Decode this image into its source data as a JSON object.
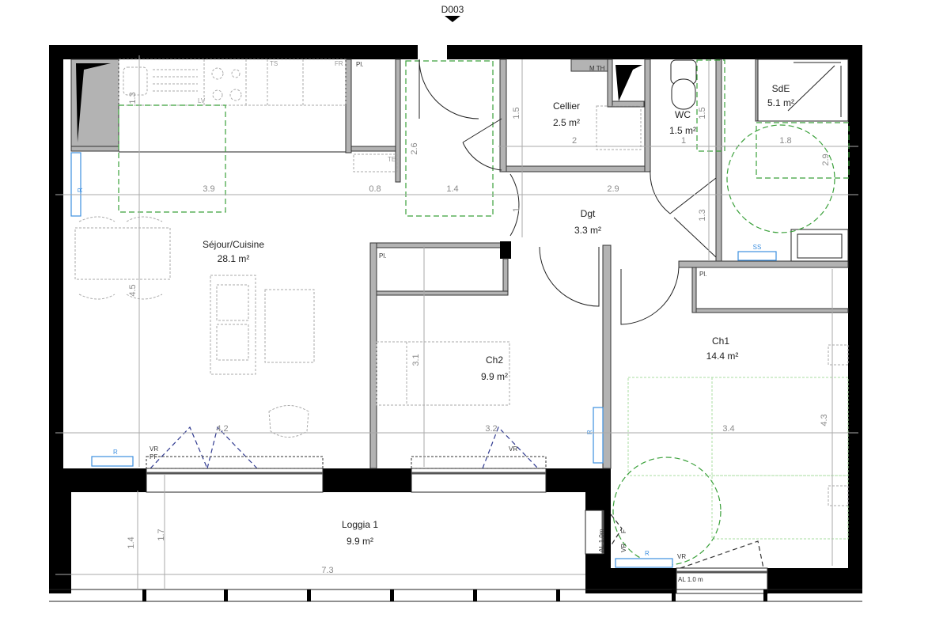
{
  "plan": {
    "marker_label": "D003",
    "rooms": {
      "sejour": {
        "name": "Séjour/Cuisine",
        "area": "28.1 m²"
      },
      "cellier": {
        "name": "Cellier",
        "area": "2.5 m²"
      },
      "wc": {
        "name": "WC",
        "area": "1.5 m²"
      },
      "sde": {
        "name": "SdE",
        "area": "5.1 m²"
      },
      "dgt": {
        "name": "Dgt",
        "area": "3.3 m²"
      },
      "ch2": {
        "name": "Ch2",
        "area": "9.9 m²"
      },
      "ch1": {
        "name": "Ch1",
        "area": "14.4 m²"
      },
      "loggia": {
        "name": "Loggia 1",
        "area": "9.9 m²"
      }
    },
    "dimensions": {
      "sejour_width": "3.9",
      "passage": "0.8",
      "entry_width": "1.4",
      "dgt_width": "2.9",
      "cellier_width": "2",
      "wc_width": "1",
      "sde_width": "1.8",
      "sde_depth": "2.9",
      "cellier_depth": "1.5",
      "entry_depth": "2.6",
      "wc_depth": "1.5",
      "wc_door": "1.3",
      "dgt_depth": "1",
      "kitchen_depth": "1.3",
      "sejour_depth": "4.5",
      "ch2_depth": "3.1",
      "sejour_front": "4.2",
      "ch2_width": "3.2",
      "ch1_width": "3.4",
      "ch1_depth": "4.3",
      "loggia_depth_a": "1.4",
      "loggia_depth_b": "1.7",
      "loggia_width": "7.3"
    },
    "labels": {
      "placard": "Pl.",
      "lave_vaisselle": "LV",
      "table_servante": "TS",
      "frigo": "FR",
      "tableau_elec": "TE",
      "mth": "M TH",
      "seche_serviette": "SS",
      "radiateur": "R",
      "volet_roulant": "VR",
      "porte_fenetre": "PF",
      "fenetre": "F",
      "allege": "AL 1.0m",
      "allege_b": "AL 1.0 m"
    }
  }
}
